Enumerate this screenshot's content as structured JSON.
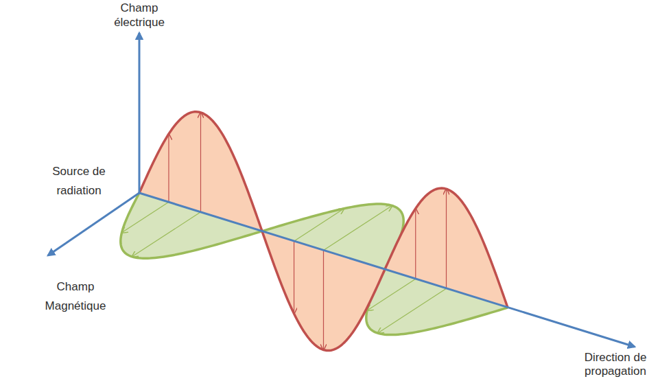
{
  "diagram": {
    "labels": [
      "Champ électrique",
      "Source de radiation",
      "Champ Magnétique",
      "Direction de propagation"
    ]
  }
}
